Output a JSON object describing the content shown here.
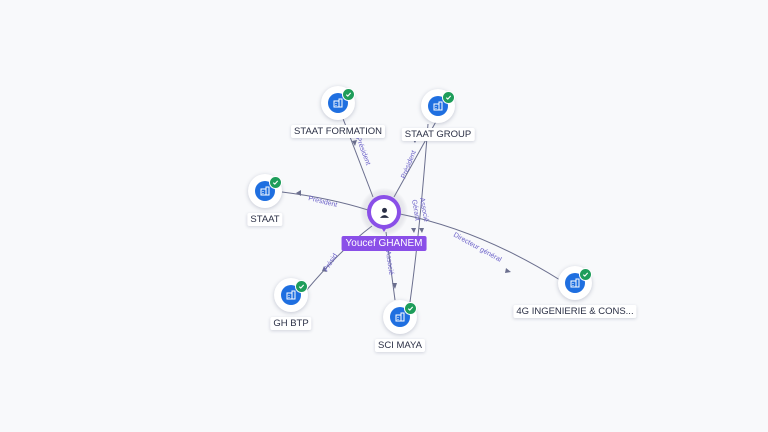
{
  "colors": {
    "person": "#8a4fe8",
    "company": "#1f6fe0",
    "verified": "#1e9d5a",
    "edge": "#6b6f8e",
    "edge_label": "#6c62c9"
  },
  "person": {
    "name": "Youcef GHANEM",
    "icon": "user-icon"
  },
  "companies": [
    {
      "id": "staat_formation",
      "name": "STAAT FORMATION",
      "icon": "building-icon",
      "verified": true
    },
    {
      "id": "staat_group",
      "name": "STAAT GROUP",
      "icon": "building-icon",
      "verified": true
    },
    {
      "id": "staat",
      "name": "STAAT",
      "icon": "building-icon",
      "verified": true
    },
    {
      "id": "gh_btp",
      "name": "GH BTP",
      "icon": "building-icon",
      "verified": true
    },
    {
      "id": "sci_maya",
      "name": "SCI MAYA",
      "icon": "building-icon",
      "verified": true
    },
    {
      "id": "4g_ingenierie",
      "name": "4G INGENIERIE & CONS...",
      "icon": "building-icon",
      "verified": true
    }
  ],
  "relations": [
    {
      "to": "staat_formation",
      "label": "Président"
    },
    {
      "to": "staat_group",
      "label": "Président"
    },
    {
      "to": "staat",
      "label": "Président"
    },
    {
      "to": "gh_btp",
      "label": "Présid"
    },
    {
      "to": "sci_maya",
      "label": "Associé"
    },
    {
      "to": "4g_ingenierie",
      "label": "Directeur général"
    },
    {
      "from": "staat_group",
      "to": "sci_maya",
      "label": "Gérant"
    },
    {
      "from": "staat_group",
      "to": "sci_maya",
      "label": "Associé"
    }
  ]
}
